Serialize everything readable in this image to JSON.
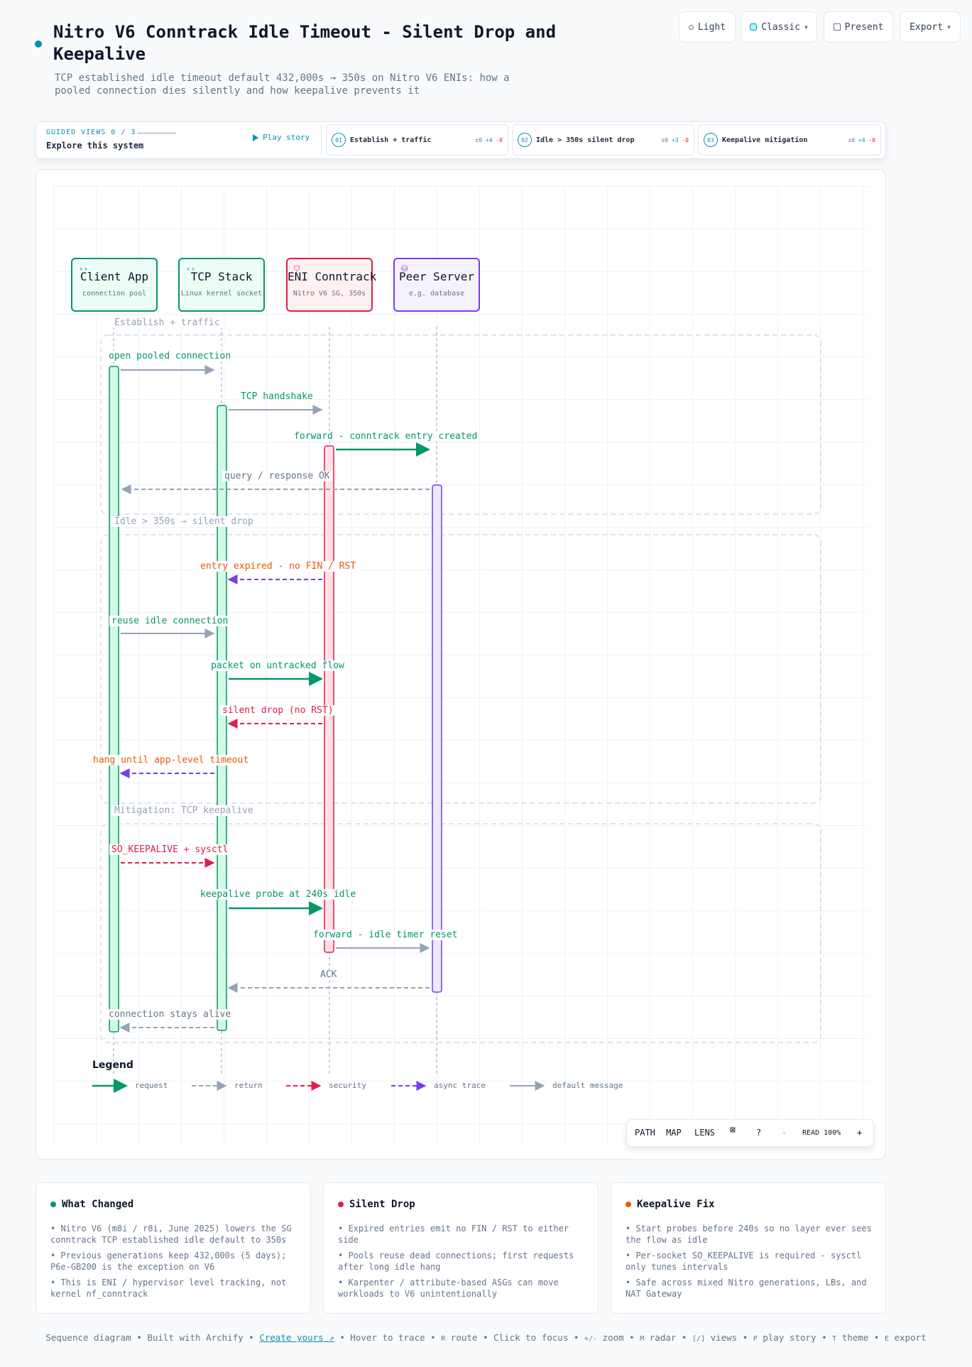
{
  "header": {
    "title": "Nitro V6 Conntrack Idle Timeout - Silent Drop and Keepalive",
    "subtitle": "TCP established idle timeout default 432,000s → 350s on Nitro V6 ENIs: how a pooled connection dies silently and how keepalive prevents it"
  },
  "toolbar": {
    "light_label": "Light",
    "classic_label": "Classic",
    "present_label": "Present",
    "export_label": "Export"
  },
  "guided": {
    "tag": "GUIDED VIEWS 0 / 3",
    "explore": "Explore this system",
    "play_label": "Play story",
    "steps": [
      {
        "num": "01",
        "label": "Establish + traffic",
        "zero": "±0",
        "plus": "+4",
        "minus": "-0"
      },
      {
        "num": "02",
        "label": "Idle > 350s silent drop",
        "zero": "±0",
        "plus": "+3",
        "minus": "-0"
      },
      {
        "num": "03",
        "label": "Keepalive mitigation",
        "zero": "±0",
        "plus": "+4",
        "minus": "-0"
      }
    ]
  },
  "participants": [
    {
      "name": "Client App",
      "sub": "connection pool",
      "icon": "code-icon",
      "glyph": "‹›",
      "color": "#059669"
    },
    {
      "name": "TCP Stack",
      "sub": "Linux kernel socket",
      "icon": "code-icon",
      "glyph": "‹›",
      "color": "#059669"
    },
    {
      "name": "ENI Conntrack",
      "sub": "Nitro V6 SG, 350s",
      "icon": "shield-check-icon",
      "glyph": "⛉",
      "color": "#e11d48"
    },
    {
      "name": "Peer Server",
      "sub": "e.g. database",
      "icon": "database-icon",
      "glyph": "⛁",
      "color": "#7c3aed"
    }
  ],
  "sections": [
    {
      "label": "Establish + traffic"
    },
    {
      "label": "Idle > 350s → silent drop"
    },
    {
      "label": "Mitigation: TCP keepalive"
    }
  ],
  "messages": [
    {
      "text": "open pooled connection",
      "kind": "default",
      "from": 0,
      "to": 1
    },
    {
      "text": "TCP handshake",
      "kind": "default",
      "from": 1,
      "to": 2
    },
    {
      "text": "forward - conntrack entry created",
      "kind": "request",
      "from": 2,
      "to": 3
    },
    {
      "text": "query / response OK",
      "kind": "return",
      "from": 3,
      "to": 0
    },
    {
      "text": "entry expired - no FIN / RST",
      "kind": "async",
      "from": 2,
      "to": 1
    },
    {
      "text": "reuse idle connection",
      "kind": "default",
      "from": 0,
      "to": 1
    },
    {
      "text": "packet on untracked flow",
      "kind": "request",
      "from": 1,
      "to": 2
    },
    {
      "text": "silent drop (no RST)",
      "kind": "security",
      "from": 2,
      "to": 1
    },
    {
      "text": "hang until app-level timeout",
      "kind": "async",
      "from": 1,
      "to": 0
    },
    {
      "text": "SO_KEEPALIVE + sysctl",
      "kind": "security",
      "from": 0,
      "to": 1
    },
    {
      "text": "keepalive probe at 240s idle",
      "kind": "request",
      "from": 1,
      "to": 2
    },
    {
      "text": "forward - idle timer reset",
      "kind": "default",
      "from": 2,
      "to": 3
    },
    {
      "text": "ACK",
      "kind": "return",
      "from": 3,
      "to": 1
    },
    {
      "text": "connection stays alive",
      "kind": "return",
      "from": 1,
      "to": 0
    }
  ],
  "legend": {
    "title": "Legend",
    "items": [
      {
        "label": "request",
        "kind": "request"
      },
      {
        "label": "return",
        "kind": "return"
      },
      {
        "label": "security",
        "kind": "security"
      },
      {
        "label": "async trace",
        "kind": "async"
      },
      {
        "label": "default message",
        "kind": "default"
      }
    ]
  },
  "colors": {
    "request": "#059669",
    "return": "#94a3b8",
    "security": "#e11d48",
    "async": "#7c3aed",
    "default": "#94a3b8"
  },
  "controls": {
    "path": "PATH",
    "map": "MAP",
    "lens": "LENS",
    "help": "?",
    "zoom_out": "-",
    "read": "READ 100%",
    "zoom_in": "+"
  },
  "cards": [
    {
      "title": "What Changed",
      "dot": "#059669",
      "items": [
        "• Nitro V6 (m8i / r8i, June 2025) lowers the SG conntrack TCP established idle default to 350s",
        "• Previous generations keep 432,000s (5 days); P6e-GB200 is the exception on V6",
        "• This is ENI / hypervisor level tracking, not kernel nf_conntrack"
      ]
    },
    {
      "title": "Silent Drop",
      "dot": "#e11d48",
      "items": [
        "• Expired entries emit no FIN / RST to either side",
        "• Pools reuse dead connections; first requests after long idle hang",
        "• Karpenter / attribute-based ASGs can move workloads to V6 unintentionally"
      ]
    },
    {
      "title": "Keepalive Fix",
      "dot": "#ea580c",
      "items": [
        "• Start probes before 240s so no layer ever sees the flow as idle",
        "• Per-socket SO_KEEPALIVE is required - sysctl only tunes intervals",
        "• Safe across mixed Nitro generations, LBs, and NAT Gateway"
      ]
    }
  ],
  "footer": {
    "part1": "Sequence diagram • Built with Archify • ",
    "link": "Create yours ↗",
    "part2": " • Hover to trace • ",
    "k_r": "R",
    "part3": " route • Click to focus • ",
    "k_zoom": "+/-",
    "part4": " zoom • ",
    "k_m": "M",
    "part5": " radar • ",
    "k_views": "[/]",
    "part6": " views • ",
    "k_p": "P",
    "part7": " play story • ",
    "k_t": "T",
    "part8": " theme • ",
    "k_e": "E",
    "part9": " export"
  }
}
